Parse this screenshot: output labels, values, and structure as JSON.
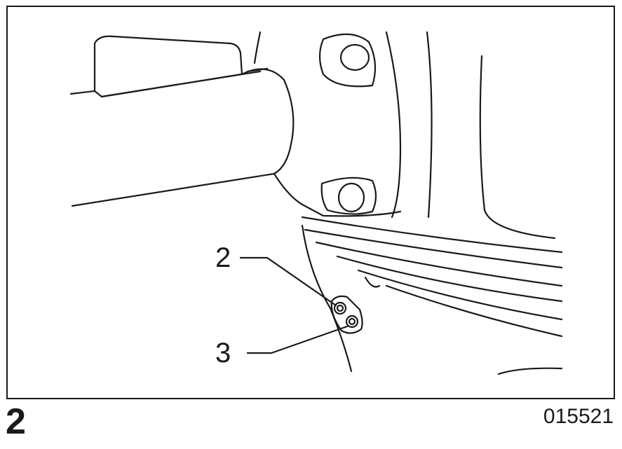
{
  "figure": {
    "number": "2",
    "reference_code": "015521",
    "callouts": [
      {
        "label": "2"
      },
      {
        "label": "3"
      }
    ]
  },
  "colors": {
    "line": "#1a1a1a",
    "background": "#ffffff"
  }
}
